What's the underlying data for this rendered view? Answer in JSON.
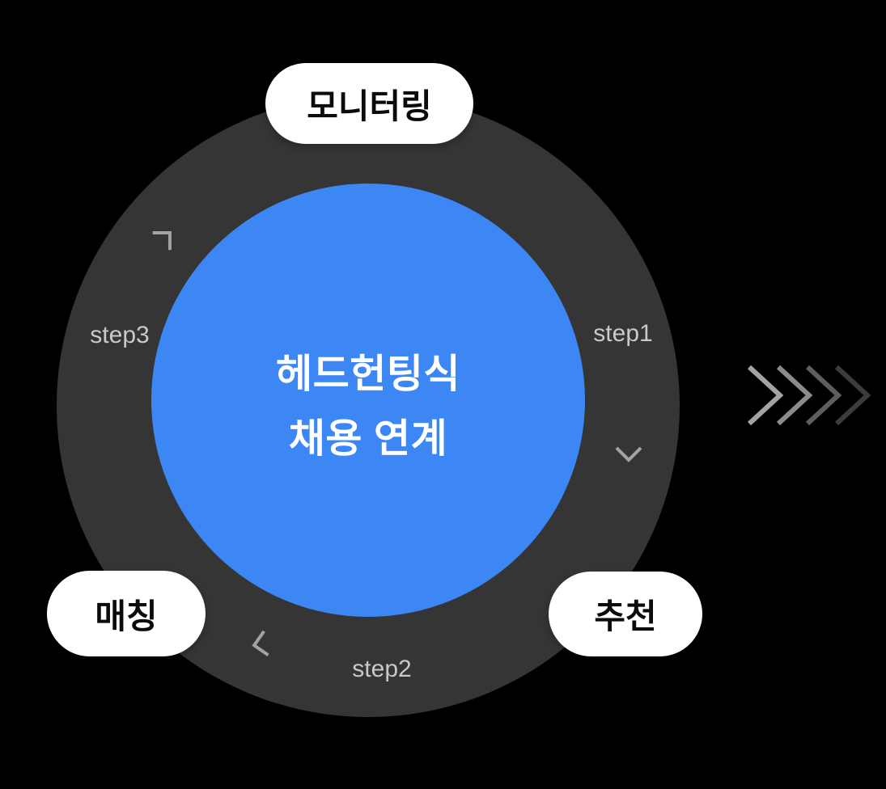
{
  "background_color": "#000000",
  "cycle": {
    "ring_color": "#353535",
    "center": {
      "line1": "헤드헌팅식",
      "line2": "채용 연계",
      "bg_color": "#3D87F5",
      "text_color": "#FFFFFF"
    },
    "stages": [
      {
        "id": "monitoring",
        "label": "모니터링",
        "position": "top"
      },
      {
        "id": "recommendation",
        "label": "추천",
        "position": "bottom-right"
      },
      {
        "id": "matching",
        "label": "매칭",
        "position": "bottom-left"
      }
    ],
    "steps": [
      {
        "label": "step1",
        "position": "right"
      },
      {
        "label": "step2",
        "position": "bottom"
      },
      {
        "label": "step3",
        "position": "left"
      }
    ],
    "step_text_color": "#C9C9C9",
    "direction_chevron_color": "#A3A3A3",
    "flow_direction": "clockwise"
  },
  "flow_arrows": {
    "direction": "right",
    "count": 4,
    "shades": [
      "#A3A3A3",
      "#8B8B8B",
      "#5E5E5E",
      "#3C3C3C"
    ]
  }
}
